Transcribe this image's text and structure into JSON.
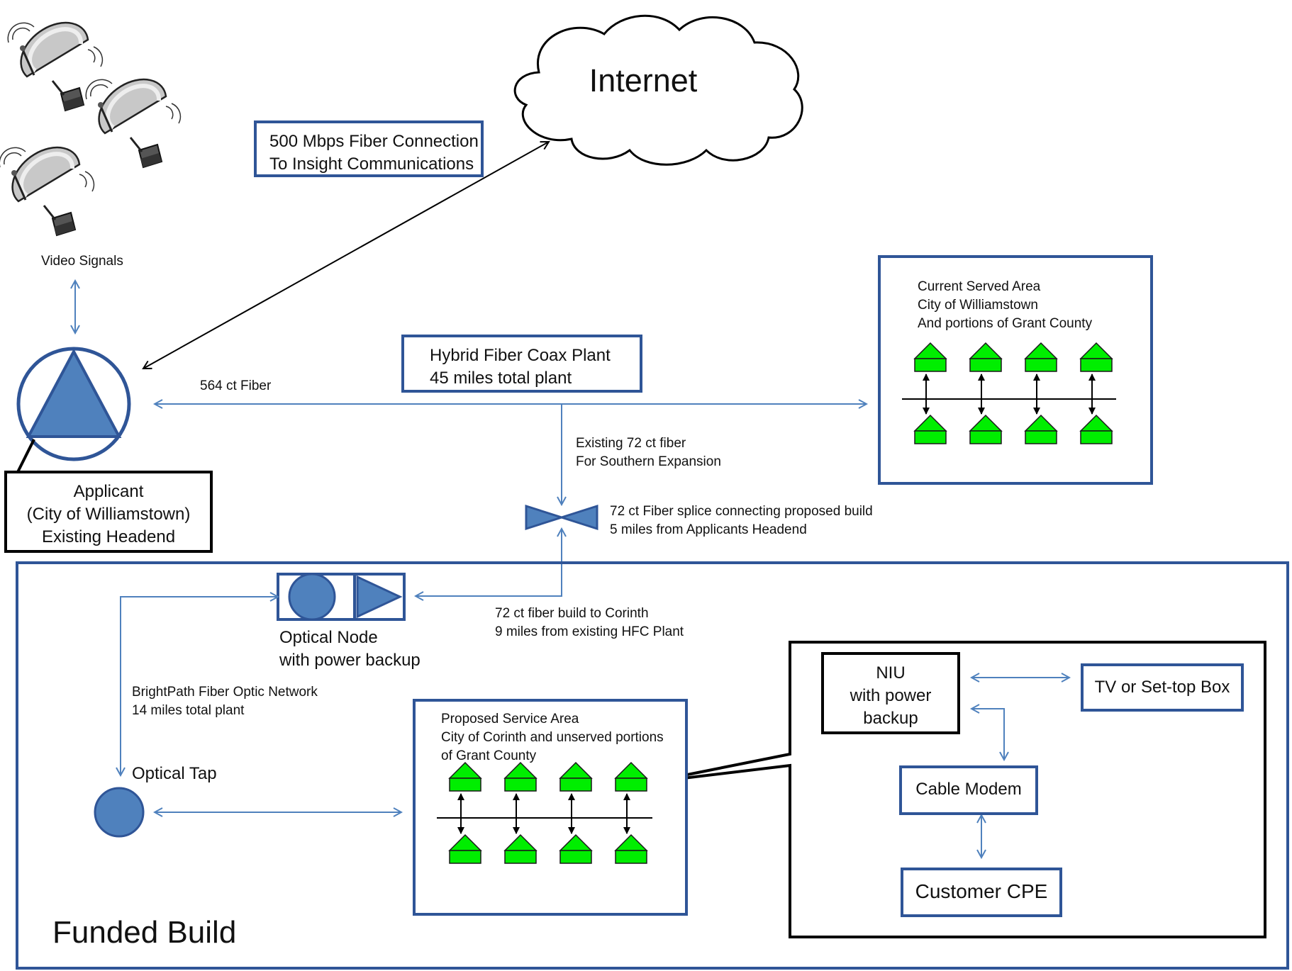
{
  "internet": {
    "label": "Internet"
  },
  "video_signals": {
    "label": "Video Signals"
  },
  "fiber_connection": {
    "line1": "500 Mbps Fiber Connection",
    "line2": "To Insight Communications"
  },
  "hfc_plant": {
    "line1": "Hybrid Fiber Coax Plant",
    "line2": "45 miles total plant"
  },
  "fiber_564": {
    "label": "564 ct Fiber"
  },
  "existing_72": {
    "line1": "Existing 72 ct fiber",
    "line2": "For Southern Expansion"
  },
  "splice": {
    "line1": "72 ct Fiber splice connecting proposed build",
    "line2": "5 miles from Applicants Headend"
  },
  "applicant": {
    "line1": "Applicant",
    "line2": "(City of Williamstown)",
    "line3": "Existing Headend"
  },
  "current_area": {
    "line1": "Current Served Area",
    "line2": "City of Williamstown",
    "line3": "And portions of Grant County"
  },
  "build_72": {
    "line1": "72 ct fiber build to Corinth",
    "line2": "9 miles from existing HFC Plant"
  },
  "optical_node": {
    "line1": "Optical Node",
    "line2": "with power backup"
  },
  "brightpath": {
    "line1": "BrightPath Fiber Optic Network",
    "line2": "14 miles total plant"
  },
  "optical_tap": {
    "label": "Optical Tap"
  },
  "proposed_area": {
    "line1": "Proposed Service Area",
    "line2": "City of Corinth and unserved portions",
    "line3": "of Grant County"
  },
  "niu": {
    "line1": "NIU",
    "line2": "with power",
    "line3": "backup"
  },
  "tv": {
    "label": "TV or Set-top Box"
  },
  "cable_modem": {
    "label": "Cable Modem"
  },
  "customer_cpe": {
    "label": "Customer CPE"
  },
  "funded_build": {
    "label": "Funded Build"
  },
  "colors": {
    "blue": "#2f5597",
    "fill_blue": "#4f81bd",
    "house_green": "#00ee00"
  }
}
